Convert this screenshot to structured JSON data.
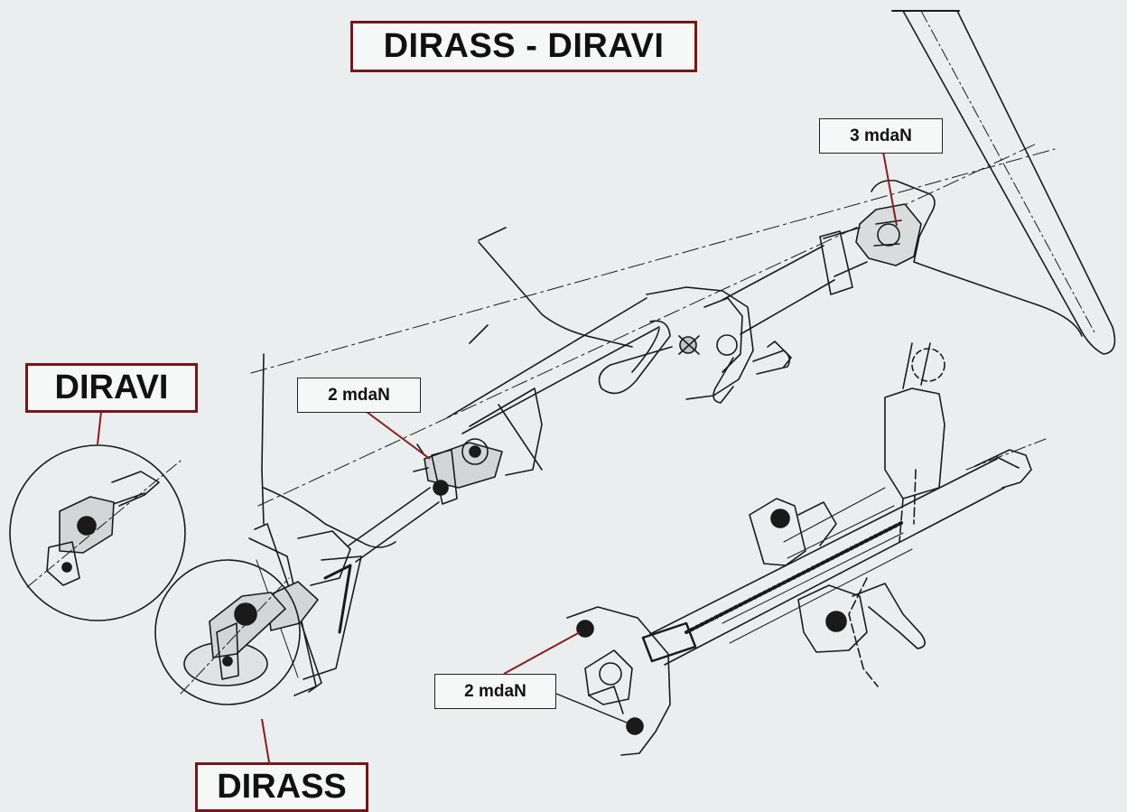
{
  "title": "DIRASS - DIRAVI",
  "detail_labels": {
    "diravi": "DIRAVI",
    "dirass": "DIRASS"
  },
  "torque_labels": {
    "steering_wheel_nut": "3 mdaN",
    "column_universal_joint": "2 mdaN",
    "column_mounting": "2 mdaN"
  },
  "colors": {
    "background": "#eaeeee",
    "label_border": "#7a1418",
    "leader_line": "#8a1a1e",
    "line_art": "#1a1a1a"
  }
}
